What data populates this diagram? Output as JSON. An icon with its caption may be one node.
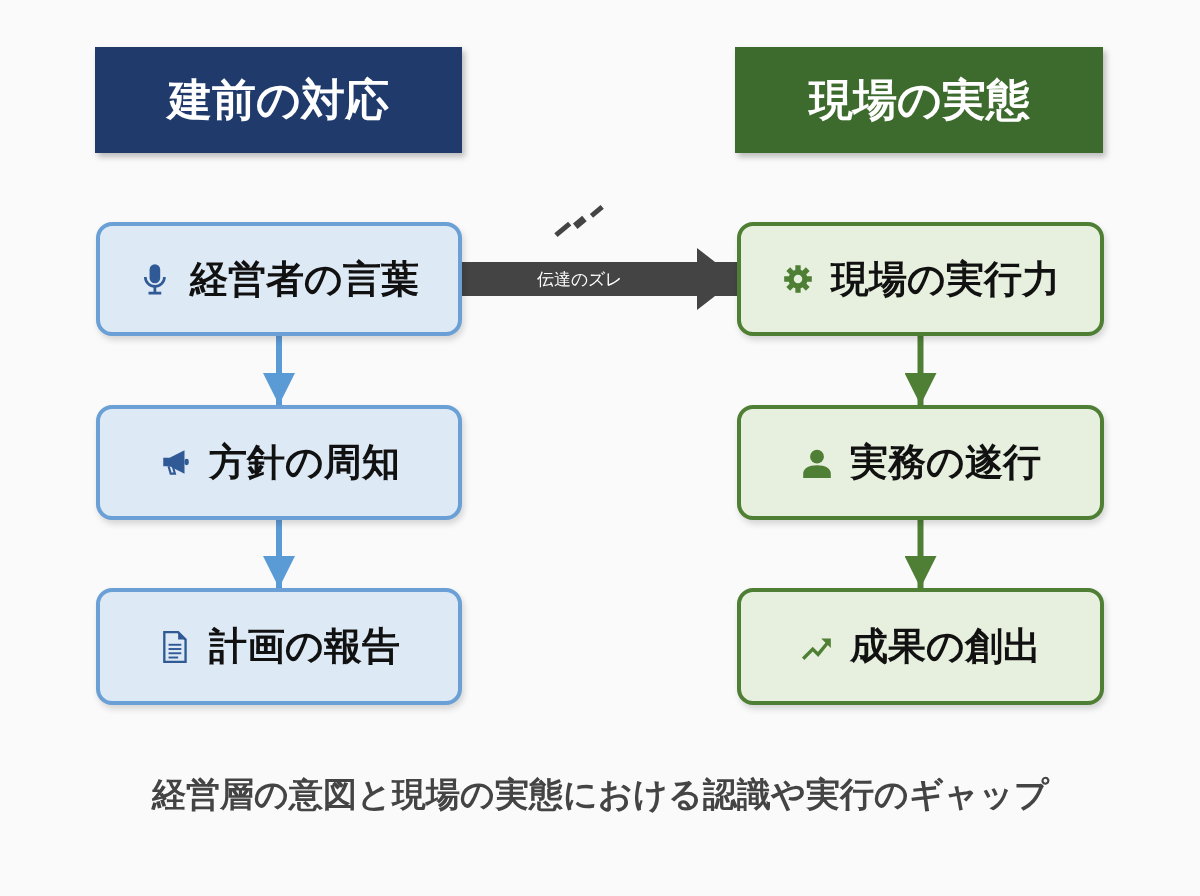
{
  "diagram": {
    "caption": "経営層の意図と現場の実態における認識や実行のギャップ",
    "nodes": [
      {
        "text": [
          "建前の対応"
        ]
      },
      {
        "text": [
          "現場の実態"
        ]
      },
      {
        "text": [
          "経営者の言葉"
        ]
      },
      {
        "text": [
          "方針の周知"
        ]
      },
      {
        "text": [
          "計画の報告"
        ]
      },
      {
        "text": [
          "現場の実行力"
        ]
      },
      {
        "text": [
          "実務の遂行"
        ]
      },
      {
        "text": [
          "成果の創出"
        ]
      }
    ],
    "edges": [
      {
        "from": 2,
        "to": 3,
        "arrow": "to",
        "color": "#5b9bd5"
      },
      {
        "from": 3,
        "to": 4,
        "arrow": "to",
        "color": "#5b9bd5"
      },
      {
        "from": 2,
        "to": 5,
        "arrow": "to",
        "label": "伝達のズレ",
        "style": "thick",
        "color": "#444444"
      },
      {
        "from": 5,
        "to": 6,
        "arrow": "to",
        "color": "#4f7f35"
      },
      {
        "from": 6,
        "to": 7,
        "arrow": "to",
        "color": "#4f7f35"
      }
    ]
  }
}
